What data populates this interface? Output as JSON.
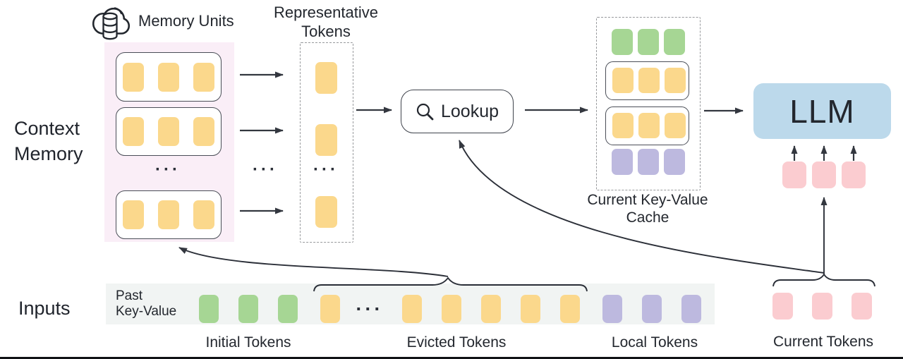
{
  "colors": {
    "token_yellow": "#FBD88C",
    "token_green": "#A6D694",
    "token_purple": "#BDB9DF",
    "token_pink": "#FBCCD0",
    "memory_box_bg": "#FAEEF7",
    "llm_bg": "#BCD9EB",
    "input_strip_bg": "#F1F4F3",
    "stroke": "#33373F"
  },
  "labels": {
    "memory_units": "Memory Units",
    "context_memory": "Context\nMemory",
    "representative_tokens": "Representative\nTokens",
    "lookup": "Lookup",
    "current_kv_cache": "Current Key-Value\nCache",
    "llm": "LLM",
    "inputs": "Inputs",
    "past_key_value": "Past\nKey-Value",
    "group_labels": [
      "Initial Tokens",
      "Evicted Tokens",
      "Local Tokens",
      "Current Tokens"
    ],
    "ellipsis": "···"
  },
  "token_groups": {
    "memory_row_1": {
      "count": 3,
      "color": "#FBD88C"
    },
    "memory_row_2": {
      "count": 3,
      "color": "#FBD88C"
    },
    "memory_row_3": {
      "count": 3,
      "color": "#FBD88C"
    },
    "representative_1": {
      "count": 1,
      "color": "#FBD88C"
    },
    "representative_2": {
      "count": 1,
      "color": "#FBD88C"
    },
    "representative_3": {
      "count": 1,
      "color": "#FBD88C"
    },
    "cache_initial": {
      "count": 3,
      "color": "#A6D694"
    },
    "cache_memory_1": {
      "count": 3,
      "color": "#FBD88C"
    },
    "cache_memory_2": {
      "count": 3,
      "color": "#FBD88C"
    },
    "cache_local": {
      "count": 3,
      "color": "#BDB9DF"
    },
    "llm_inputs": {
      "count": 3,
      "color": "#FBCCD0"
    },
    "strip_initial": {
      "count": 3,
      "color": "#A6D694"
    },
    "strip_evicted_head": {
      "count": 1,
      "color": "#FBD88C"
    },
    "strip_evicted_tail": {
      "count": 5,
      "color": "#FBD88C"
    },
    "strip_local": {
      "count": 3,
      "color": "#BDB9DF"
    },
    "current_tokens": {
      "count": 3,
      "color": "#FBCCD0"
    }
  }
}
